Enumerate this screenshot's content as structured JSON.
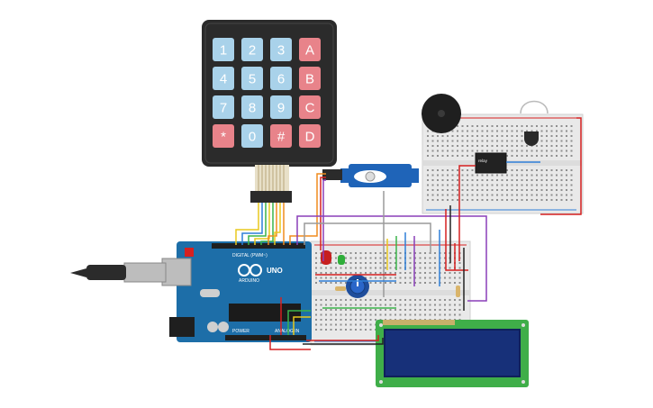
{
  "keypad": {
    "keys": [
      {
        "label": "1",
        "kind": "digit"
      },
      {
        "label": "2",
        "kind": "digit"
      },
      {
        "label": "3",
        "kind": "digit"
      },
      {
        "label": "A",
        "kind": "letter"
      },
      {
        "label": "4",
        "kind": "digit"
      },
      {
        "label": "5",
        "kind": "digit"
      },
      {
        "label": "6",
        "kind": "digit"
      },
      {
        "label": "B",
        "kind": "letter"
      },
      {
        "label": "7",
        "kind": "digit"
      },
      {
        "label": "8",
        "kind": "digit"
      },
      {
        "label": "9",
        "kind": "digit"
      },
      {
        "label": "C",
        "kind": "letter"
      },
      {
        "label": "*",
        "kind": "letter"
      },
      {
        "label": "0",
        "kind": "digit"
      },
      {
        "label": "#",
        "kind": "letter"
      },
      {
        "label": "D",
        "kind": "letter"
      }
    ]
  },
  "arduino": {
    "logo_text": "ARDUINO",
    "model": "UNO",
    "digital_label": "DIGITAL (PWM~)",
    "power_label": "POWER",
    "analog_label": "ANALOG IN"
  },
  "colors": {
    "keypad_body": "#2b2b2b",
    "key_digit": "#a9d2ea",
    "key_letter": "#e8838a",
    "arduino_board": "#1d6ea8",
    "breadboard": "#e9e9e9",
    "lcd_board": "#3fae49",
    "lcd_screen": "#1c2f7a",
    "wire_red": "#d62020",
    "wire_black": "#222222",
    "wire_orange": "#f08c1e",
    "wire_yellow": "#e8c81e",
    "wire_green": "#3bb44a",
    "wire_blue": "#2f7fd8",
    "wire_purple": "#8a3fb8",
    "wire_gray": "#9a9a9a"
  }
}
